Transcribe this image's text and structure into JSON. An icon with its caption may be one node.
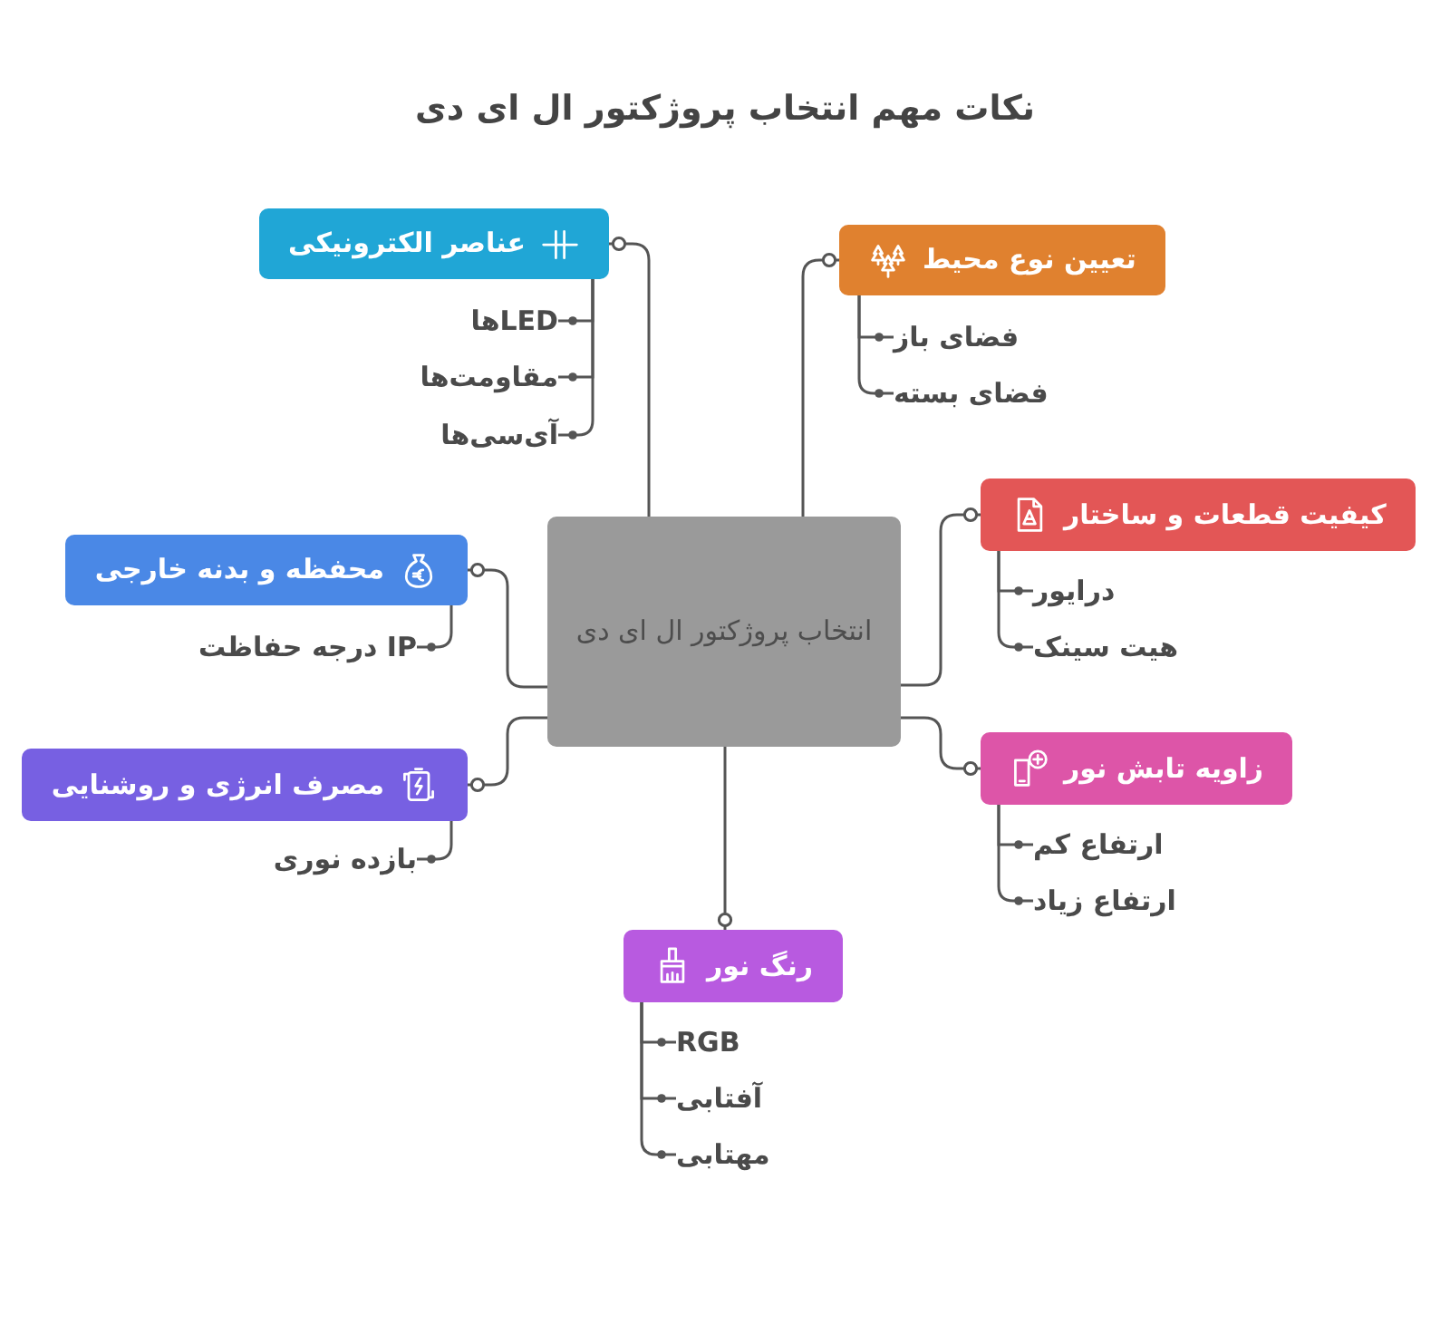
{
  "diagram": {
    "title": "نکات مهم انتخاب پروژکتور ال ای دی",
    "nodes": [
      {
        "text": [
          "انتخاب پروژکتور ال ای دی"
        ]
      },
      {
        "text": [
          "عناصر الکترونیکی"
        ]
      },
      {
        "text": [
          "LEDها"
        ]
      },
      {
        "text": [
          "مقاومت‌ها"
        ]
      },
      {
        "text": [
          "آی‌سی‌ها"
        ]
      },
      {
        "text": [
          "تعیین نوع محیط"
        ]
      },
      {
        "text": [
          "فضای باز"
        ]
      },
      {
        "text": [
          "فضای بسته"
        ]
      },
      {
        "text": [
          "کیفیت قطعات و ساختار"
        ]
      },
      {
        "text": [
          "درایور"
        ]
      },
      {
        "text": [
          "هیت سینک"
        ]
      },
      {
        "text": [
          "محفظه و بدنه خارجی"
        ]
      },
      {
        "text": [
          "IP درجه حفاظت"
        ]
      },
      {
        "text": [
          "مصرف انرژی و روشنایی"
        ]
      },
      {
        "text": [
          "بازده نوری"
        ]
      },
      {
        "text": [
          "زاویه تابش نور"
        ]
      },
      {
        "text": [
          "ارتفاع کم"
        ]
      },
      {
        "text": [
          "ارتفاع زیاد"
        ]
      },
      {
        "text": [
          "رنگ نور"
        ]
      },
      {
        "text": [
          "RGB"
        ]
      },
      {
        "text": [
          "آفتابی"
        ]
      },
      {
        "text": [
          "مهتابی"
        ]
      }
    ],
    "edges": [
      {
        "from": 0,
        "to": 1,
        "arrow": "other"
      },
      {
        "from": 0,
        "to": 5,
        "arrow": "other"
      },
      {
        "from": 0,
        "to": 8,
        "arrow": "other"
      },
      {
        "from": 0,
        "to": 11,
        "arrow": "other"
      },
      {
        "from": 0,
        "to": 13,
        "arrow": "other"
      },
      {
        "from": 0,
        "to": 15,
        "arrow": "other"
      },
      {
        "from": 0,
        "to": 18,
        "arrow": "other"
      },
      {
        "from": 1,
        "to": 2,
        "arrow": "other"
      },
      {
        "from": 1,
        "to": 3,
        "arrow": "other"
      },
      {
        "from": 1,
        "to": 4,
        "arrow": "other"
      },
      {
        "from": 5,
        "to": 6,
        "arrow": "other"
      },
      {
        "from": 5,
        "to": 7,
        "arrow": "other"
      },
      {
        "from": 8,
        "to": 9,
        "arrow": "other"
      },
      {
        "from": 8,
        "to": 10,
        "arrow": "other"
      },
      {
        "from": 11,
        "to": 12,
        "arrow": "other"
      },
      {
        "from": 13,
        "to": 14,
        "arrow": "other"
      },
      {
        "from": 15,
        "to": 16,
        "arrow": "other"
      },
      {
        "from": 15,
        "to": 17,
        "arrow": "other"
      },
      {
        "from": 18,
        "to": 19,
        "arrow": "other"
      },
      {
        "from": 18,
        "to": 20,
        "arrow": "other"
      },
      {
        "from": 18,
        "to": 21,
        "arrow": "other"
      }
    ]
  }
}
